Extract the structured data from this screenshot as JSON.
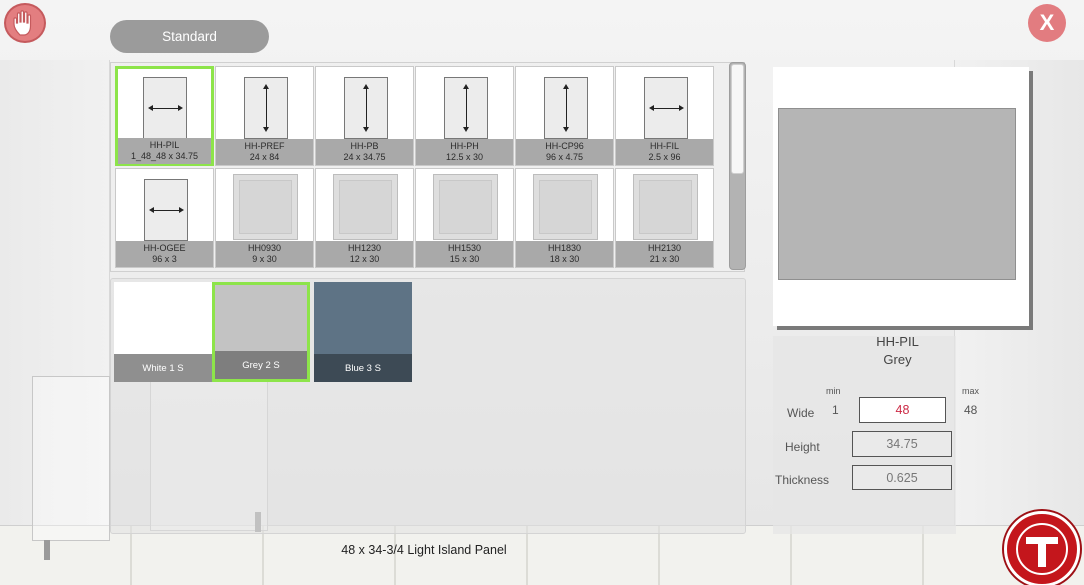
{
  "tabs": {
    "standard": "Standard"
  },
  "close_label": "X",
  "colors": {
    "accent_selected": "#8de44a",
    "caption_bg": "#a9a9a9",
    "hand_button": "#e37e80",
    "logo_red": "#c4161c",
    "value_active": "#cc2a45"
  },
  "catalog": {
    "items": [
      {
        "code": "HH-PIL",
        "size": "1_48_48 x 34.75",
        "icon": "horizontal-arrow",
        "selected": true
      },
      {
        "code": "HH-PREF",
        "size": "24 x 84",
        "icon": "vertical-arrow"
      },
      {
        "code": "HH-PB",
        "size": "24 x 34.75",
        "icon": "vertical-arrow"
      },
      {
        "code": "HH-PH",
        "size": "12.5 x 30",
        "icon": "vertical-arrow"
      },
      {
        "code": "HH-CP96",
        "size": "96 x 4.75",
        "icon": "vertical-arrow"
      },
      {
        "code": "HH-FIL",
        "size": "2.5 x 96",
        "icon": "horizontal-arrow"
      },
      {
        "code": "HH-OGEE",
        "size": "96 x 3",
        "icon": "horizontal-arrow"
      },
      {
        "code": "HH0930",
        "size": "9 x 30",
        "icon": "door-panel"
      },
      {
        "code": "HH1230",
        "size": "12 x 30",
        "icon": "door-panel"
      },
      {
        "code": "HH1530",
        "size": "15 x 30",
        "icon": "door-panel"
      },
      {
        "code": "HH1830",
        "size": "18 x 30",
        "icon": "door-panel"
      },
      {
        "code": "HH2130",
        "size": "21 x 30",
        "icon": "door-panel"
      }
    ]
  },
  "finishes": [
    {
      "label": "White 1 S",
      "color": "#ffffff",
      "label_bg": "#8f8f8f",
      "selected": false
    },
    {
      "label": "Grey 2 S",
      "color": "#c3c3c3",
      "label_bg": "#7e7e7e",
      "selected": true
    },
    {
      "label": "Blue 3 S",
      "color": "#5e7385",
      "label_bg": "#3d4a55",
      "selected": false
    }
  ],
  "details": {
    "name": "HH-PIL",
    "finish": "Grey",
    "min_label": "min",
    "max_label": "max",
    "wide_label": "Wide",
    "wide_min": "1",
    "wide_value": "48",
    "wide_max": "48",
    "height_label": "Height",
    "height_value": "34.75",
    "thickness_label": "Thickness",
    "thickness_value": "0.625"
  },
  "status": "48 x 34-3/4 Light  Island Panel"
}
